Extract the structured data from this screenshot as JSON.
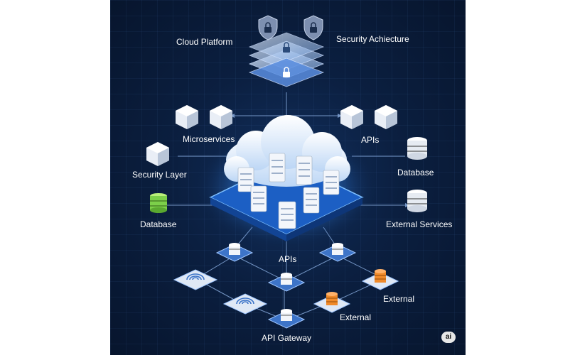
{
  "labels": {
    "cloud_platform": "Cloud Platform",
    "security_architecture": "Security Achiecture",
    "microservices": "Microservices",
    "apis_top": "APIs",
    "security_layer": "Security Layer",
    "database_right": "Database",
    "database_left": "Database",
    "external_services": "External Services",
    "apis_center": "APIs",
    "external_right": "External",
    "external_bottom": "External",
    "api_gateway": "API Gateway"
  },
  "badge": "ai",
  "colors": {
    "background": "#0b1f40",
    "line": "#8fb3e6",
    "glow": "#4aa3ff",
    "node_orange": "#f08a2a",
    "node_green": "#7ccf4a",
    "shield": "#7d8fb0"
  }
}
